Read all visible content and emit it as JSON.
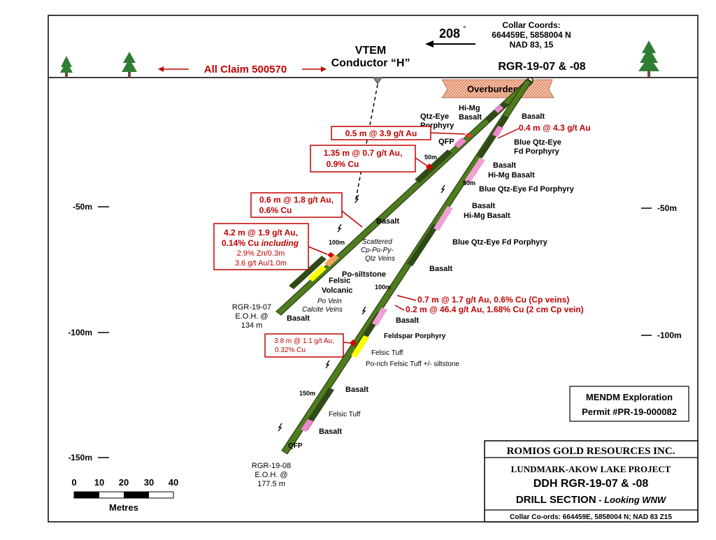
{
  "header": {
    "collar_title": "Collar Coords:",
    "collar_coords": "664459E, 5858004 N",
    "collar_datum": "NAD 83, 15",
    "azimuth": "208",
    "degree_symbol": "°",
    "vtem_line1": "VTEM",
    "vtem_line2": "Conductor “H”",
    "claim_label": "All Claim 500570",
    "holes_label": "RGR-19-07 & -08"
  },
  "depth_axis": {
    "left": [
      "-50m",
      "-100m",
      "-150m"
    ],
    "right": [
      "-50m",
      "-100m"
    ]
  },
  "geology": {
    "overburden": "Overburden",
    "hi_mg_basalt_top_1": "Hi-Mg",
    "hi_mg_basalt_top_2": "Basalt",
    "qtz_eye_1": "Qtz-Eye",
    "qtz_eye_2": "Porphyry",
    "qfp_upper": "QFP",
    "basalt_top_right": "Basalt",
    "blue_qtz_eye_1": "Blue Qtz-Eye",
    "blue_qtz_eye_2": "Fd Porphyry",
    "basalt_mid": "Basalt",
    "hi_mg_basalt_mid": "Hi-Mg Basalt",
    "blue_qtz_eye_fd_1": "Blue Qtz-Eye Fd Porphyry",
    "basalt_3": "Basalt",
    "hi_mg_basalt_3": "Hi-Mg Basalt",
    "blue_qtz_eye_fd_2": "Blue Qtz-Eye Fd Porphyry",
    "basalt_hole07": "Basalt",
    "scattered_1": "Scattered",
    "scattered_2": "Cp-Po-Py-",
    "scattered_3": "Qtz Veins",
    "po_siltstone": "Po-siltstone",
    "felsic_volcanic_1": "Felsic",
    "felsic_volcanic_2": "Volcanic",
    "po_vein": "Po Vein",
    "calcite_veins": "Calcite Veins",
    "basalt_eoh07": "Basalt",
    "basalt_hole08_mid": "Basalt",
    "basalt_hole08_low": "Basalt",
    "feldspar_porphyry": "Feldspar Porphyry",
    "felsic_tuff_1": "Felsic Tuff",
    "po_rich_tuff": "Po-rich Felsic Tuff +/- siltstone",
    "basalt_lower": "Basalt",
    "felsic_tuff_2": "Felsic Tuff",
    "basalt_bottom": "Basalt",
    "qfp_bottom": "QFP"
  },
  "depth_markers": [
    "50m",
    "50m",
    "100m",
    "100m",
    "150m"
  ],
  "assays": {
    "a1": "0.5 m @ 3.9 g/t Au",
    "a2_line1": "1.35 m @ 0.7 g/t Au,",
    "a2_line2": "0.9% Cu",
    "a3": "0.4 m @ 4.3 g/t Au",
    "a4_line1": "0.6 m @ 1.8 g/t Au,",
    "a4_line2": "0.6% Cu",
    "a5_line1": "4.2 m @ 1.9 g/t Au,",
    "a5_line2a": "0.14% Cu ",
    "a5_line2b": "including",
    "a5_line3": "2.9% Zn/0.3m",
    "a5_line4": "3.6 g/t Au/1.0m",
    "a6": "0.7 m @ 1.7 g/t Au, 0.6% Cu (Cp veins)",
    "a7": "0.2 m @ 46.4 g/t Au, 1.68% Cu (2 cm Cp vein)",
    "a8_line1": "3.8 m @ 1.1 g/t Au,",
    "a8_line2": "0.32% Cu"
  },
  "eoh": {
    "h07_1": "RGR-19-07",
    "h07_2": "E.O.H. @",
    "h07_3": "134 m",
    "h08_1": "RGR-19-08",
    "h08_2": "E.O.H. @",
    "h08_3": "177.5 m"
  },
  "permit": {
    "line1": "MENDM Exploration",
    "line2": "Permit #PR-19-000082"
  },
  "scale": {
    "ticks": [
      "0",
      "10",
      "20",
      "30",
      "40"
    ],
    "unit": "Metres"
  },
  "title_block": {
    "company": "ROMIOS GOLD RESOURCES INC.",
    "project": "LUNDMARK-AKOW LAKE PROJECT",
    "ddh": "DDH RGR-19-07 & -08",
    "section": "DRILL SECTION",
    "looking": " - Looking WNW",
    "collar": "Collar Co-ords: 664459E, 5858004 N; NAD 83 Z15"
  },
  "colors": {
    "basalt": "#4f7d1e",
    "basalt_dark": "#2f4a17",
    "felsic": "#ffff00",
    "porphyry": "#ee88cc",
    "assay_red": "#c00000",
    "overburden": "#f4c4a0"
  }
}
